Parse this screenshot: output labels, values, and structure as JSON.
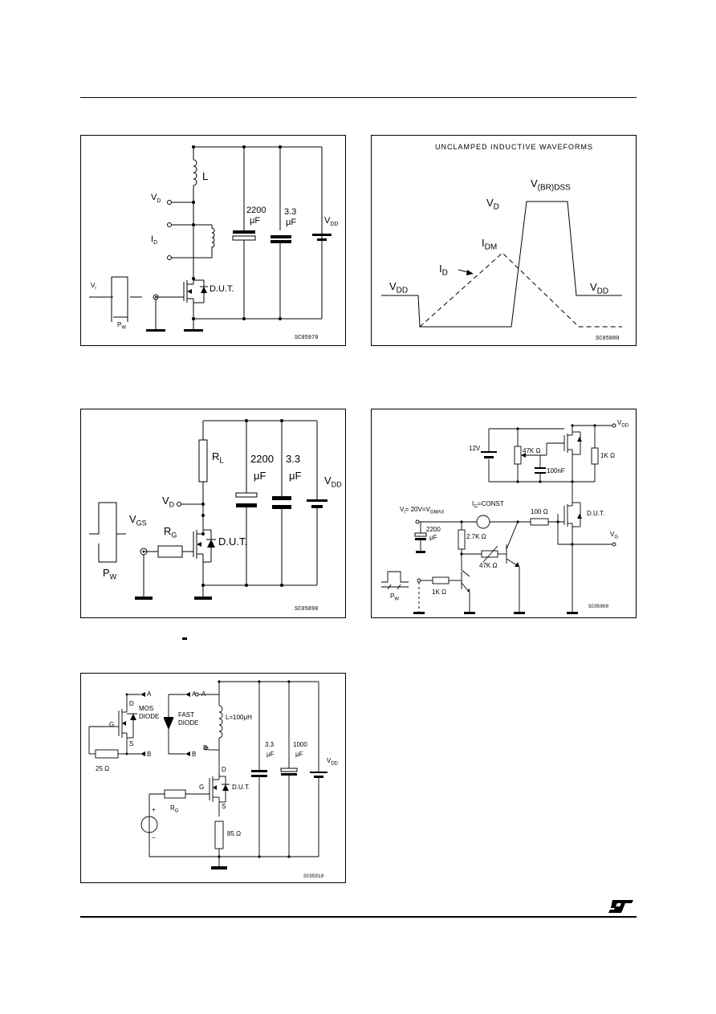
{
  "fig1": {
    "labels": {
      "L": "L",
      "VD": "V",
      "VD_sub": "D",
      "ID": "I",
      "ID_sub": "D",
      "cap1_a": "2200",
      "cap1_b": "μF",
      "cap2_a": "3.3",
      "cap2_b": "μF",
      "VDD": "V",
      "VDD_sub": "DD",
      "Vi": "V",
      "Vi_sub": "i",
      "PW": "P",
      "PW_sub": "W",
      "DUT": "D.U.T."
    },
    "code": "SC05970"
  },
  "fig2": {
    "title": "UNCLAMPED INDUCTIVE WAVEFORMS",
    "labels": {
      "VBR": "V",
      "VBR_sub": "(BR)DSS",
      "VD": "V",
      "VD_sub": "D",
      "IDM": "I",
      "IDM_sub": "DM",
      "ID": "I",
      "ID_sub": "D",
      "VDD_left": "V",
      "VDD_left_sub": "DD",
      "VDD_right": "V",
      "VDD_right_sub": "DD"
    },
    "code": "SC05880"
  },
  "fig3": {
    "labels": {
      "RL": "R",
      "RL_sub": "L",
      "cap1_a": "2200",
      "cap1_b": "μF",
      "cap2_a": "3.3",
      "cap2_b": "μF",
      "VDD": "V",
      "VDD_sub": "DD",
      "VD": "V",
      "VD_sub": "D",
      "VGS": "V",
      "VGS_sub": "GS",
      "RG": "R",
      "RG_sub": "G",
      "DUT": "D.U.T.",
      "PW": "P",
      "PW_sub": "W"
    },
    "code": "SC05890"
  },
  "fig4": {
    "labels": {
      "VDD": "V",
      "VDD_sub": "DD",
      "v12": "12V",
      "r47k_top": "47K Ω",
      "c100nF": "100nF",
      "r1k_right": "1K Ω",
      "VI": "V",
      "VI_rest": "= 20V=V",
      "VI_sub": "GMAX",
      "IG": "I",
      "IG_rest": "=CONST",
      "IG_sub": "G",
      "r100": "100 Ω",
      "DUT": "D.U.T.",
      "c2200_a": "2200",
      "c2200_b": "μF",
      "r27k": "2.7K Ω",
      "r47k_mid": "47K Ω",
      "VG": "V",
      "VG_sub": "G",
      "r1k_left": "1K Ω",
      "PW": "P",
      "PW_sub": "W"
    },
    "code": "SC05900"
  },
  "fig5": {
    "labels": {
      "A1": "A",
      "B1": "B",
      "D1": "D",
      "G1": "G",
      "S1": "S",
      "mos": "MOS",
      "diode1": "DIODE",
      "r25": "25 Ω",
      "A2": "A",
      "B2": "B",
      "fast": "FAST",
      "diode2": "DIODE",
      "A3": "A",
      "B3": "B",
      "L": "L=100μH",
      "cap1_a": "3.3",
      "cap1_b": "μF",
      "cap2_a": "1000",
      "cap2_b": "μF",
      "VDD": "V",
      "VDD_sub": "DD",
      "D2": "D",
      "G2": "G",
      "S2": "S",
      "DUT": "D.U.T.",
      "RG": "R",
      "RG_sub": "G",
      "r85": "85 Ω",
      "plus": "+",
      "minus": "−"
    },
    "code": "SC05910"
  }
}
